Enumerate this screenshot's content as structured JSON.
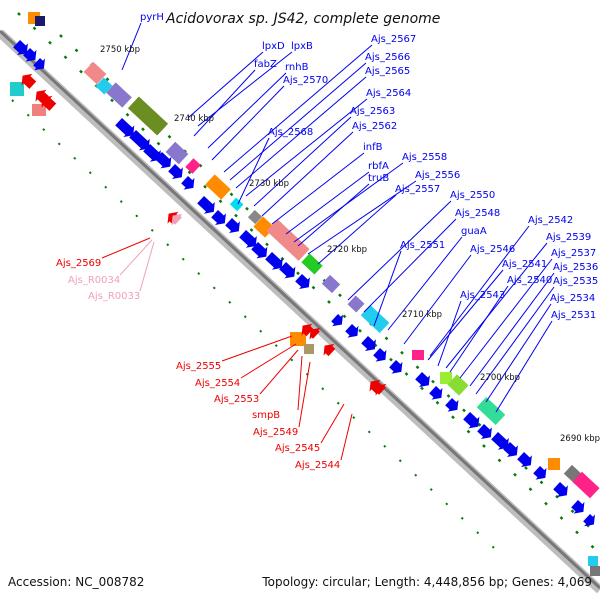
{
  "title": "Acidovorax sp. JS42, complete genome",
  "footer": {
    "accession": "Accession: NC_008782",
    "topology": "Topology: circular; Length: 4,448,856 bp; Genes: 4,069"
  },
  "colors": {
    "forward": "#0000ee",
    "reverse": "#ee0000",
    "pseudo": "#f2a0b8",
    "backbone": "#888888",
    "tick": "#0a7a0a"
  },
  "scale_labels": [
    "2750 kbp",
    "2740 kbp",
    "2730 kbp",
    "2720 kbp",
    "2710 kbp",
    "2700 kbp",
    "2690 kbp"
  ],
  "genes_forward": [
    "pyrH",
    "lpxD",
    "lpxB",
    "fabZ",
    "rnhB",
    "Ajs_2570",
    "Ajs_2567",
    "Ajs_2566",
    "Ajs_2565",
    "Ajs_2564",
    "Ajs_2568",
    "Ajs_2563",
    "Ajs_2562",
    "infB",
    "Ajs_2558",
    "rbfA",
    "truB",
    "Ajs_2556",
    "Ajs_2557",
    "Ajs_2550",
    "Ajs_2548",
    "guaA",
    "Ajs_2551",
    "Ajs_2542",
    "Ajs_2546",
    "Ajs_2539",
    "Ajs_2541",
    "Ajs_2537",
    "Ajs_2543",
    "Ajs_2540",
    "Ajs_2536",
    "Ajs_2535",
    "Ajs_2534",
    "Ajs_2531"
  ],
  "genes_reverse": [
    "Ajs_2569",
    "Ajs_2555",
    "Ajs_2554",
    "Ajs_2553",
    "smpB",
    "Ajs_2549",
    "Ajs_2545",
    "Ajs_2544"
  ],
  "genes_pseudo": [
    "Ajs_R0034",
    "Ajs_R0033"
  ]
}
